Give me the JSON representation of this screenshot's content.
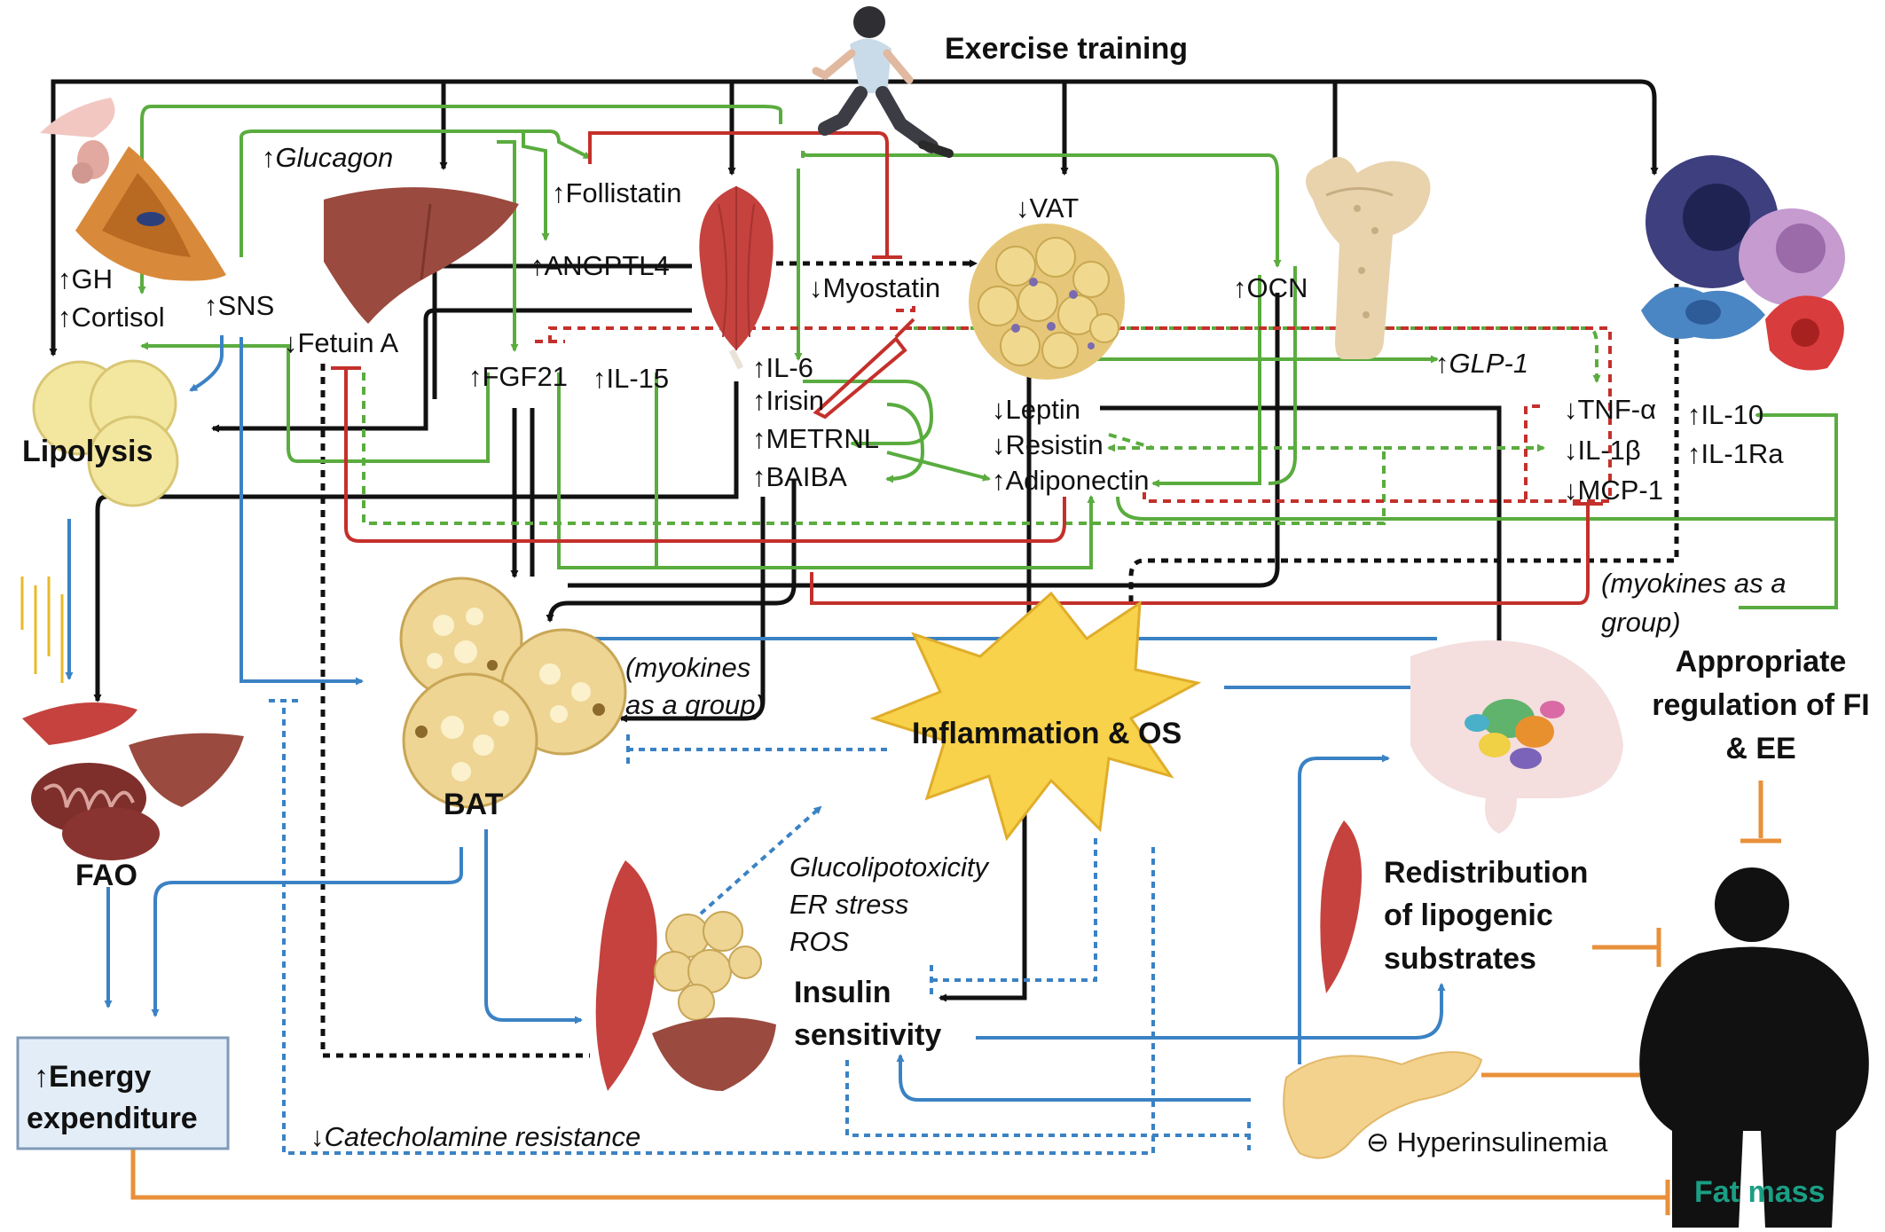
{
  "title": "Exercise training",
  "colors": {
    "black": "#111111",
    "green": "#5aac3f",
    "red": "#c4302b",
    "blue": "#3b82c4",
    "orange": "#e8903a",
    "fat_mass": "#1a9e84",
    "star": "#f7d24a",
    "energy_box": "#e3edf8"
  },
  "icons": [
    "runner-icon",
    "pituitary-icon",
    "adrenal-gland-icon",
    "liver-icon",
    "muscle-icon",
    "visceral-fat-icon",
    "bone-icon",
    "immune-cells-icon",
    "white-adipocytes-icon",
    "brown-adipose-icon",
    "muscle-liver-mitochondria-icon",
    "muscle-fat-liver-icon",
    "hypothalamus-icon",
    "pancreas-icon",
    "human-silhouette-icon"
  ],
  "labels": {
    "gh": "↑GH",
    "cortisol": "↑Cortisol",
    "sns": "↑SNS",
    "glucagon": "↑Glucagon",
    "follistatin": "↑Follistatin",
    "angptl4": "↑ANGPTL4",
    "fetuin_a": "↓Fetuin A",
    "fgf21": "↑FGF21",
    "il15": "↑IL-15",
    "myostatin": "↓Myostatin",
    "il6": "↑IL-6",
    "irisin": "↑Irisin",
    "metrnl": "↑METRNL",
    "baiba": "↑BAIBA",
    "vat": "↓VAT",
    "leptin": "↓Leptin",
    "resistin": "↓Resistin",
    "adiponectin": "↑Adiponectin",
    "ocn": "↑OCN",
    "glp1": "↑GLP-1",
    "tnf": "↓TNF-α",
    "il1b": "↓IL-1β",
    "mcp1": "↓MCP-1",
    "il10": "↑IL-10",
    "il1ra": "↑IL-1Ra",
    "lipolysis": "Lipolysis",
    "fao": "FAO",
    "energy_line1": "↑Energy",
    "energy_line2": "expenditure",
    "bat": "BAT",
    "myokines_group_1": "(myokines",
    "myokines_group_2": "as a group)",
    "myokines_group_3": "(myokines as a",
    "myokines_group_4": "group)",
    "inflammation": "Inflammation & OS",
    "glucolipotoxicity": "Glucolipotoxicity",
    "er_stress": "ER stress",
    "ros": "ROS",
    "insulin_line1": "Insulin",
    "insulin_line2": "sensitivity",
    "catecholamine": "↓Catecholamine resistance",
    "hyperinsulinemia": "⊖ Hyperinsulinemia",
    "redistribution_line1": "Redistribution",
    "redistribution_line2": "of lipogenic",
    "redistribution_line3": "substrates",
    "appropriate_line1": "Appropriate",
    "appropriate_line2": "regulation of FI",
    "appropriate_line3": "& EE",
    "fat_mass": "Fat mass"
  }
}
